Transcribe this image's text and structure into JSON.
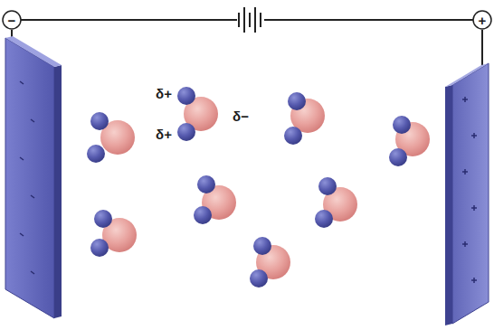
{
  "diagram": {
    "labels": [
      "−",
      "+",
      "δ+",
      "δ+",
      "δ−"
    ]
  }
}
